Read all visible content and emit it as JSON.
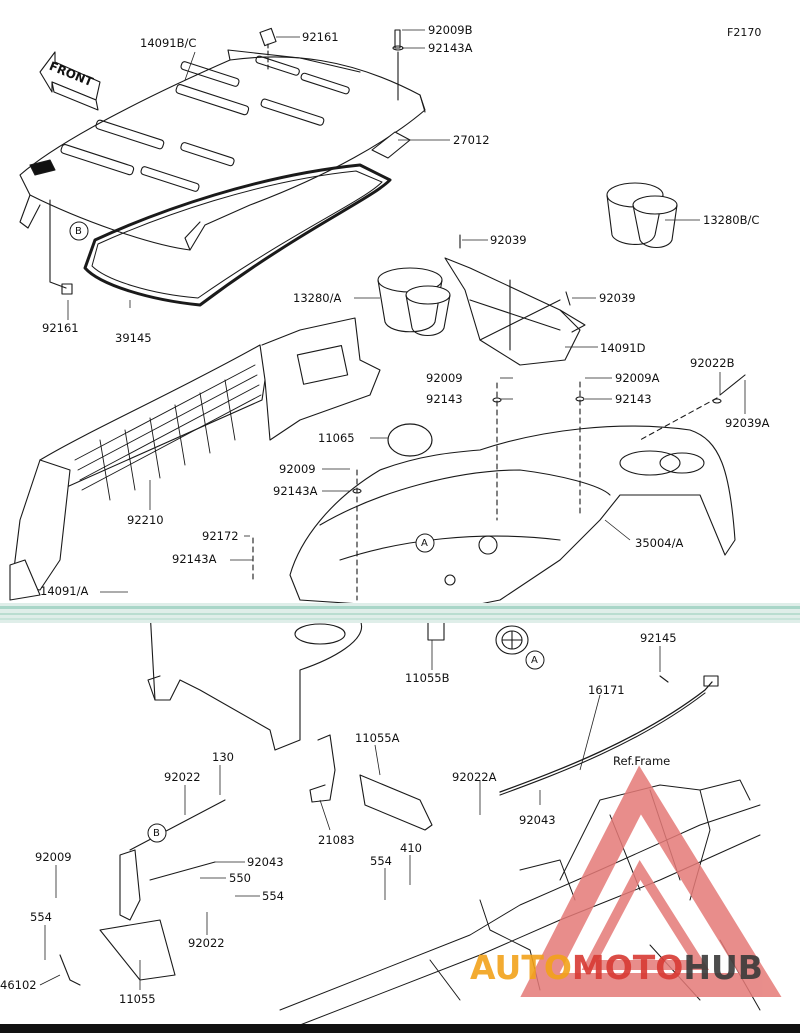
{
  "figure_code": "F2170",
  "front_label": "FRONT",
  "ref_frame_label": "Ref.Frame",
  "watermark": {
    "text_a": "AUTO",
    "text_b": "MOTO",
    "text_c": "HUB",
    "color_a": "#f2a21b",
    "color_b": "#d83a34",
    "color_c": "#3a3a3a"
  },
  "callout_letters": {
    "a": "A",
    "b": "B"
  },
  "parts": [
    {
      "id": "p1",
      "label": "14091B/C"
    },
    {
      "id": "p2",
      "label": "92161"
    },
    {
      "id": "p3",
      "label": "92009B"
    },
    {
      "id": "p4",
      "label": "92143A"
    },
    {
      "id": "p5",
      "label": "27012"
    },
    {
      "id": "p6",
      "label": "13280B/C"
    },
    {
      "id": "p7",
      "label": "92039"
    },
    {
      "id": "p8",
      "label": "92039"
    },
    {
      "id": "p9",
      "label": "13280/A"
    },
    {
      "id": "p10",
      "label": "14091D"
    },
    {
      "id": "p11",
      "label": "92161"
    },
    {
      "id": "p12",
      "label": "39145"
    },
    {
      "id": "p13",
      "label": "92009"
    },
    {
      "id": "p14",
      "label": "92143"
    },
    {
      "id": "p15",
      "label": "92009A"
    },
    {
      "id": "p16",
      "label": "92143"
    },
    {
      "id": "p17",
      "label": "92022B"
    },
    {
      "id": "p18",
      "label": "92039A"
    },
    {
      "id": "p19",
      "label": "11065"
    },
    {
      "id": "p20",
      "label": "92009"
    },
    {
      "id": "p21",
      "label": "92143A"
    },
    {
      "id": "p22",
      "label": "92210"
    },
    {
      "id": "p23",
      "label": "35004/A"
    },
    {
      "id": "p24",
      "label": "92172"
    },
    {
      "id": "p25",
      "label": "92143A"
    },
    {
      "id": "p26",
      "label": "14091/A"
    },
    {
      "id": "p27",
      "label": "92145"
    },
    {
      "id": "p28",
      "label": "11055B"
    },
    {
      "id": "p29",
      "label": "16171"
    },
    {
      "id": "p30",
      "label": "130"
    },
    {
      "id": "p31",
      "label": "11055A"
    },
    {
      "id": "p32",
      "label": "92022"
    },
    {
      "id": "p33",
      "label": "92022A"
    },
    {
      "id": "p34",
      "label": "21083"
    },
    {
      "id": "p35",
      "label": "92043"
    },
    {
      "id": "p36",
      "label": "92009"
    },
    {
      "id": "p37",
      "label": "92043"
    },
    {
      "id": "p38",
      "label": "554"
    },
    {
      "id": "p39",
      "label": "410"
    },
    {
      "id": "p40",
      "label": "550"
    },
    {
      "id": "p41",
      "label": "554"
    },
    {
      "id": "p42",
      "label": "554"
    },
    {
      "id": "p43",
      "label": "92022"
    },
    {
      "id": "p44",
      "label": "46102"
    },
    {
      "id": "p45",
      "label": "11055"
    }
  ]
}
